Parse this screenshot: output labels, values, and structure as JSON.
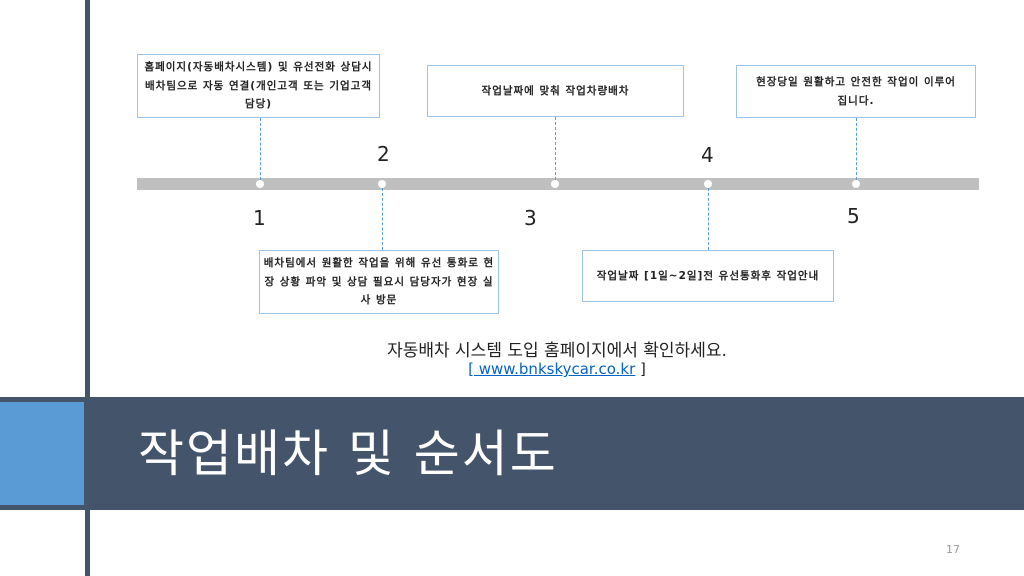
{
  "title": "작업배차 및 순서도",
  "steps": [
    {
      "num": "1",
      "text": "홈페이지(자동배차시스템) 및 유선전화 상담시 배차팀으로 자동 연결(개인고객 또는 기업고객 담당)"
    },
    {
      "num": "2",
      "text": "배차팀에서 원활한 작업을 위해 유선 통화로 현장 상황 파악 및 상담 필요시 담당자가 현장 실사 방문"
    },
    {
      "num": "3",
      "text": "작업날짜에 맞춰 작업차량배차"
    },
    {
      "num": "4",
      "text": "작업날짜 [1일~2일]전 유선통화후 작업안내"
    },
    {
      "num": "5",
      "text": "현장당일 원활하고 안전한 작업이 이루어 집니다."
    }
  ],
  "note": "자동배차 시스템 도입 홈페이지에서 확인하세요.",
  "link": {
    "open": "[ ",
    "url": "www.bnkskycar.co.kr",
    "close": " ]"
  },
  "page_number": "17",
  "colors": {
    "band": "#44546a",
    "accent": "#5b9bd5",
    "box_border": "#9dc3e6"
  }
}
